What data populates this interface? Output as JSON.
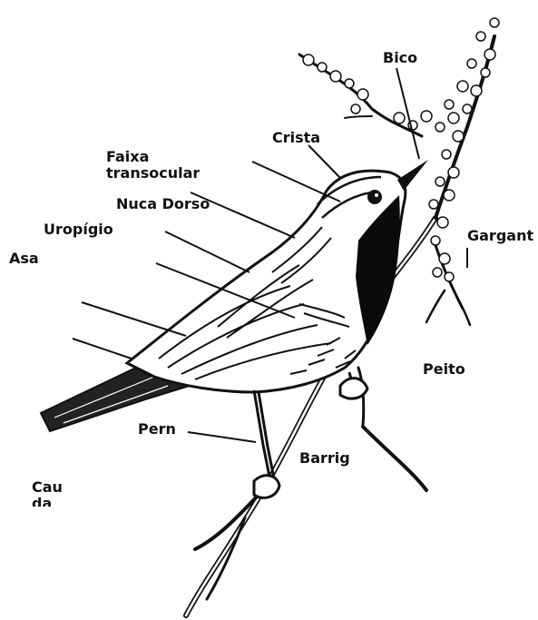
{
  "colors": {
    "ink": "#111111",
    "background": "#ffffff",
    "bird_black": "#0a0a0a"
  },
  "labels": {
    "bico": "Bico",
    "crista": "Crista",
    "faixa": "Faixa\ntransocular",
    "nuca_dorso": "Nuca Dorso",
    "uropigio": "Uropígio",
    "asa": "Asa",
    "garganta": "Gargant",
    "peito": "Peito",
    "perna": "Pern",
    "barriga": "Barrig",
    "cauda": "Cau\nda"
  }
}
